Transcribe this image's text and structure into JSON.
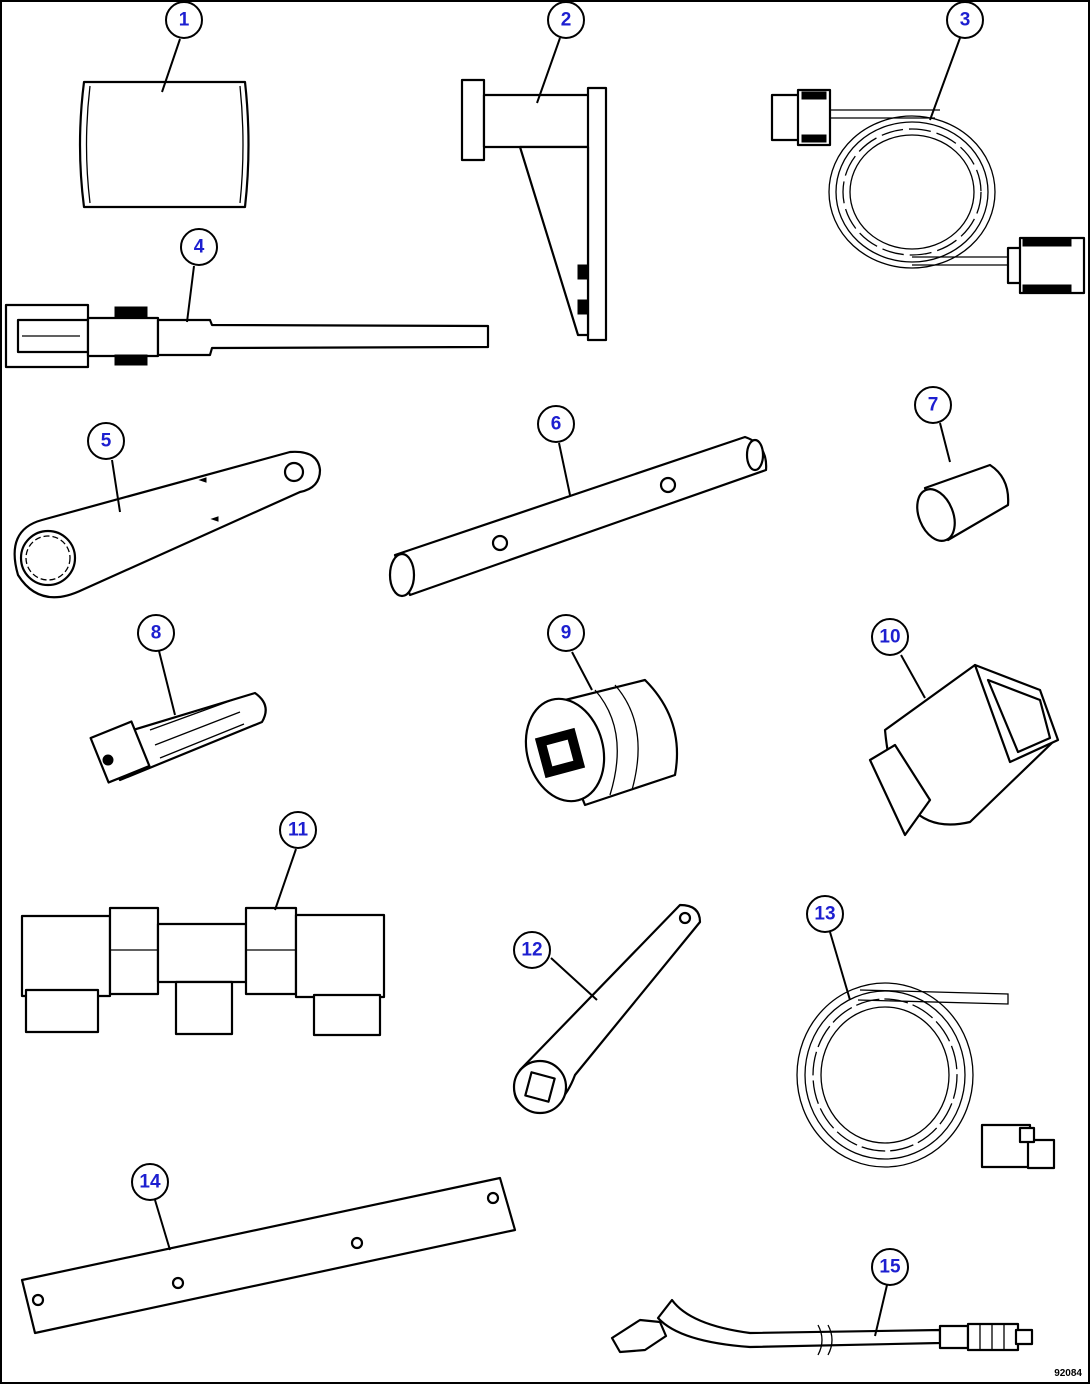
{
  "callouts": [
    {
      "label": "1"
    },
    {
      "label": "2"
    },
    {
      "label": "3"
    },
    {
      "label": "4"
    },
    {
      "label": "5"
    },
    {
      "label": "6"
    },
    {
      "label": "7"
    },
    {
      "label": "8"
    },
    {
      "label": "9"
    },
    {
      "label": "10"
    },
    {
      "label": "11"
    },
    {
      "label": "12"
    },
    {
      "label": "13"
    },
    {
      "label": "14"
    },
    {
      "label": "15"
    }
  ],
  "figure_id": "92084",
  "colors": {
    "callout_text": "#1d1fd0",
    "line": "#000000",
    "background": "#ffffff"
  }
}
